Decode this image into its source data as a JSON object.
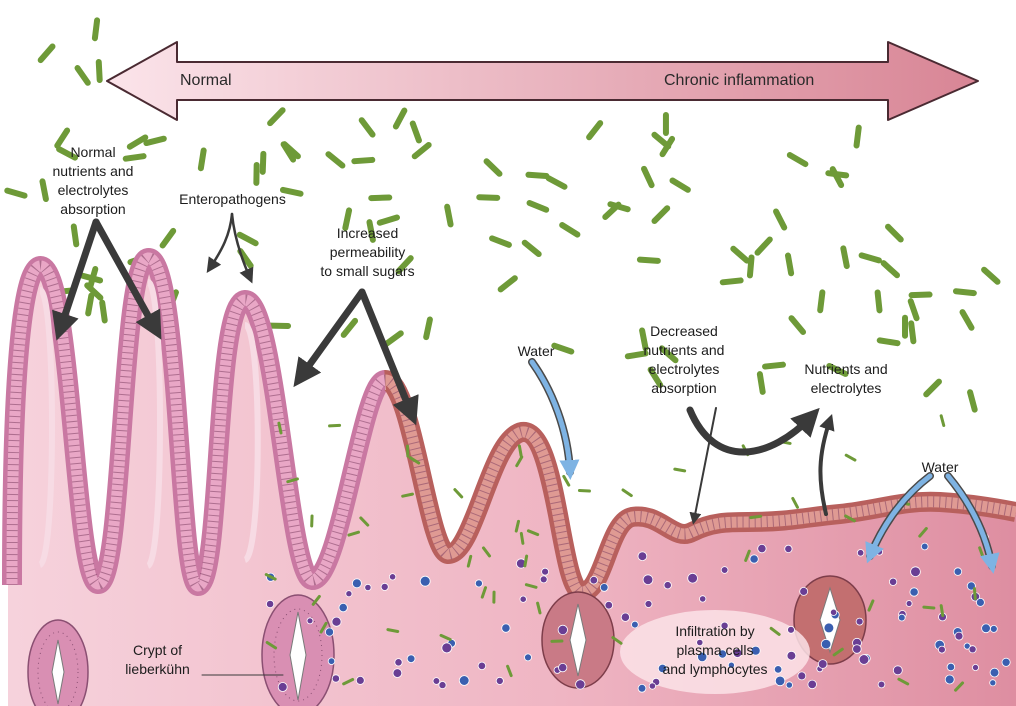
{
  "scale_arrow": {
    "left_label": "Normal",
    "right_label": "Chronic inflammation"
  },
  "labels": {
    "normal_absorption": "Normal\nnutrients and\nelectrolytes\nabsorption",
    "enteropathogens": "Enteropathogens",
    "increased_permeability": "Increased\npermeability\nto small sugars",
    "water_1": "Water",
    "decreased_absorption": "Decreased\nnutrients and\nelectrolytes\nabsorption",
    "nutrients_electrolytes": "Nutrients and\nelectrolytes",
    "water_2": "Water",
    "crypt": "Crypt of\nlieberkühn",
    "infiltration": "Infiltration by\nplasma cells\nand lymphocytes"
  },
  "colors": {
    "background": "#ffffff",
    "arrow_light": "#fbe4ea",
    "arrow_dark": "#d88595",
    "mucosa_light": "#f6d2dc",
    "mucosa_dark": "#de8ea1",
    "epithelium_normal": "#d98fb3",
    "epithelium_inflamed": "#c9716e",
    "bacteria": "#6e9a38",
    "plasma_cell": "#6a3e94",
    "lymphocyte": "#3a5fb0",
    "water_arrow": "#7eb3e3",
    "annotation_arrow": "#3a3a3a"
  },
  "icons": {
    "bacteria": "rod-bacterium-icon",
    "cell": "immune-cell-icon"
  }
}
